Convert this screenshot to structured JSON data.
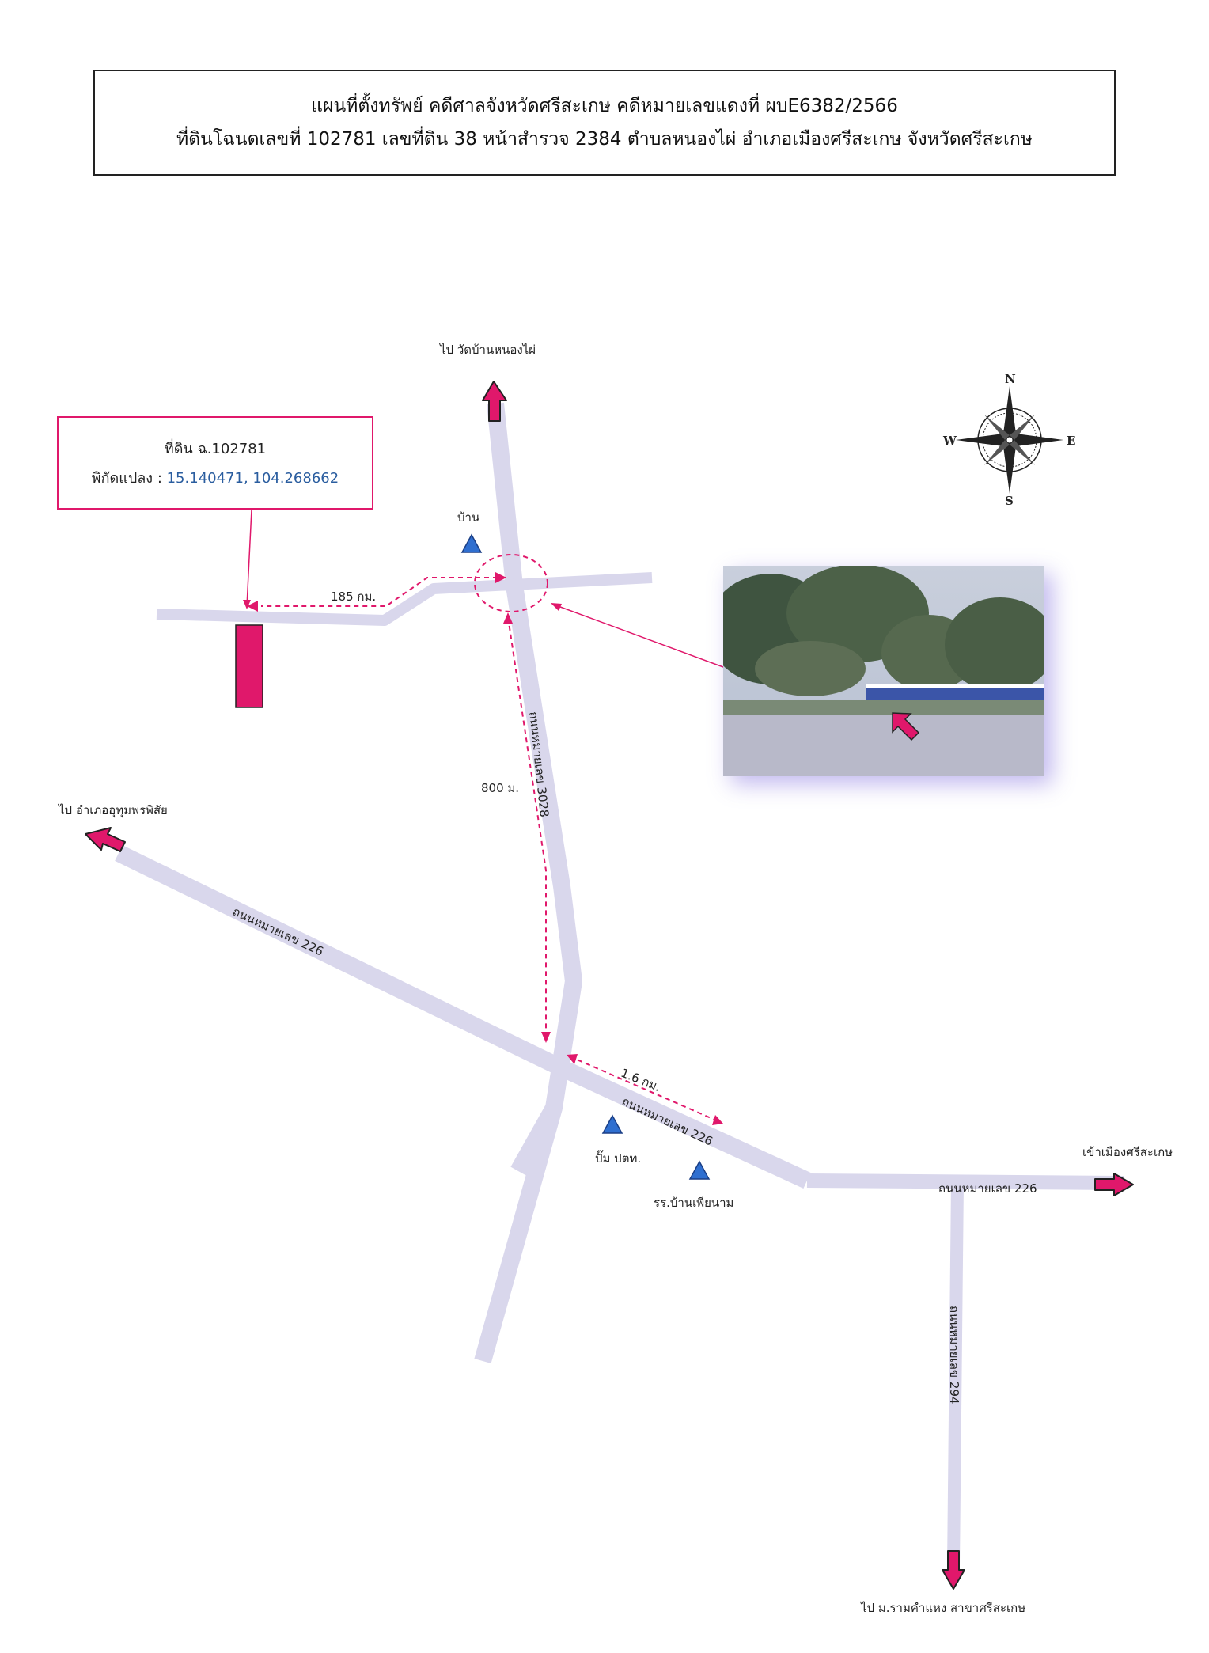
{
  "header": {
    "line1": "แผนที่ตั้งทรัพย์ คดีศาลจังหวัดศรีสะเกษ คดีหมายเลขแดงที่ ผบE6382/2566",
    "line2": "ที่ดินโฉนดเลขที่ 102781 เลขที่ดิน 38 หน้าสำรวจ 2384 ตำบลหนองไผ่ อำเภอเมืองศรีสะเกษ จังหวัดศรีสะเกษ"
  },
  "parcel": {
    "title": "ที่ดิน ฉ.102781",
    "coord_label": "พิกัดแปลง : ",
    "coord_value": "15.140471, 104.268662"
  },
  "destinations": {
    "north": "ไป วัดบ้านหนองไผ่",
    "west": "ไป อำเภออุทุมพรพิสัย",
    "east": "เข้าเมืองศรีสะเกษ",
    "south": "ไป ม.รามคำแหง สาขาศรีสะเกษ"
  },
  "landmarks": {
    "house": "บ้าน",
    "gas_station": "ปั๊ม ปตท.",
    "school": "รร.บ้านเพียนาม"
  },
  "distances": {
    "to_parcel": "185 กม.",
    "north_road": "800 ม.",
    "east_segment": "1.6 กม."
  },
  "roads": {
    "r3028": "ถนนหมายเลข 3028",
    "r226_west": "ถนนหมายเลข 226",
    "r226_mid": "ถนนหมายเลข 226",
    "r226_east": "ถนนหมายเลข 226",
    "r294": "ถนนหมายเลข 294"
  },
  "compass": {
    "n": "N",
    "s": "S",
    "e": "E",
    "w": "W"
  },
  "colors": {
    "road": "#d9d7ec",
    "accent": "#e0186b",
    "landmark": "#2f6fd0",
    "text": "#111111"
  },
  "icons": [
    "compass-rose-icon",
    "arrow-north-icon",
    "arrow-west-icon",
    "arrow-east-icon",
    "arrow-south-icon",
    "triangle-landmark-icon"
  ]
}
